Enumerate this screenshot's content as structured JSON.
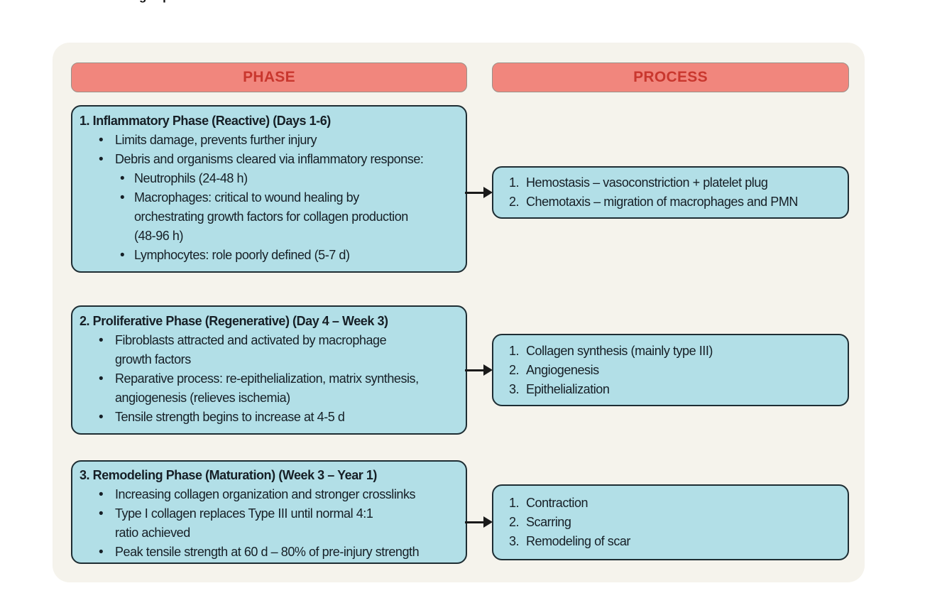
{
  "page": {
    "cropped_top_text_fragment": "g p",
    "background_color": "#ffffff",
    "panel_color": "#f5f3ec"
  },
  "colors": {
    "header_fill": "#f1867d",
    "header_text": "#c9372e",
    "header_border": "#9a9088",
    "box_fill": "#b2dfe7",
    "box_border": "#1e2d33",
    "body_text": "#161f26",
    "arrow": "#1a1a1a"
  },
  "headers": {
    "phase": "PHASE",
    "process": "PROCESS"
  },
  "icons": {
    "arrow": "right-arrow"
  },
  "rows": [
    {
      "phase": {
        "title": "1. Inflammatory Phase (Reactive) (Days 1-6)",
        "bullets": [
          {
            "level": 1,
            "text": "Limits damage, prevents further injury"
          },
          {
            "level": 1,
            "text": "Debris and organisms cleared via inflammatory response:"
          },
          {
            "level": 2,
            "text": "Neutrophils (24-48 h)"
          },
          {
            "level": 2,
            "text": "Macrophages: critical to wound healing by\norchestrating growth factors for collagen production\n(48-96 h)"
          },
          {
            "level": 2,
            "text": "Lymphocytes: role poorly defined (5-7 d)"
          }
        ]
      },
      "process": {
        "items": [
          "Hemostasis – vasoconstriction + platelet plug",
          "Chemotaxis – migration of macrophages and PMN"
        ]
      }
    },
    {
      "phase": {
        "title": "2. Proliferative Phase (Regenerative) (Day 4 – Week 3)",
        "bullets": [
          {
            "level": 1,
            "text": "Fibroblasts attracted and activated by macrophage\ngrowth factors"
          },
          {
            "level": 1,
            "text": "Reparative process: re-epithelialization, matrix synthesis,\nangiogenesis (relieves ischemia)"
          },
          {
            "level": 1,
            "text": "Tensile strength begins to increase at 4-5 d"
          }
        ]
      },
      "process": {
        "items": [
          "Collagen synthesis (mainly type III)",
          "Angiogenesis",
          "Epithelialization"
        ]
      }
    },
    {
      "phase": {
        "title": "3. Remodeling Phase (Maturation) (Week 3 – Year 1)",
        "bullets": [
          {
            "level": 1,
            "text": "Increasing collagen organization and stronger crosslinks"
          },
          {
            "level": 1,
            "text": "Type I collagen replaces Type III until normal 4:1\nratio achieved"
          },
          {
            "level": 1,
            "text": "Peak tensile strength at 60 d – 80% of pre-injury strength"
          }
        ]
      },
      "process": {
        "items": [
          "Contraction",
          "Scarring",
          "Remodeling of scar"
        ]
      }
    }
  ]
}
